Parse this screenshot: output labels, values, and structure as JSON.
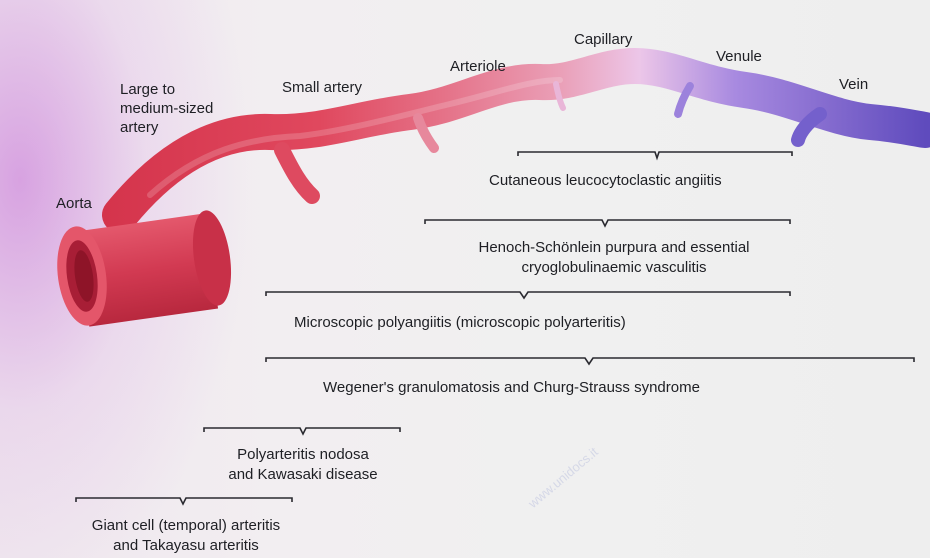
{
  "vessel_labels": {
    "aorta": "Aorta",
    "large_artery": [
      "Large to",
      "medium-sized",
      "artery"
    ],
    "small_artery": "Small artery",
    "arteriole": "Arteriole",
    "capillary": "Capillary",
    "venule": "Venule",
    "vein": "Vein"
  },
  "diseases": {
    "cutaneous": "Cutaneous leucocytoclastic angiitis",
    "henoch": [
      "Henoch-Schönlein purpura and essential",
      "cryoglobulinaemic vasculitis"
    ],
    "microscopic": "Microscopic polyangiitis (microscopic polyarteritis)",
    "wegener": "Wegener's granulomatosis and Churg-Strauss syndrome",
    "polyarteritis": [
      "Polyarteritis nodosa",
      "and Kawasaki disease"
    ],
    "giant_cell": [
      "Giant cell (temporal) arteritis",
      "and Takayasu arteritis"
    ]
  },
  "watermark": "www.unidocs.it",
  "colors": {
    "artery": "#d83850",
    "arteriole": "#e9899c",
    "capillary": "#ecc0e4",
    "venule": "#9a80dc",
    "vein": "#6d58c6",
    "bracket": "#2a2a30"
  }
}
